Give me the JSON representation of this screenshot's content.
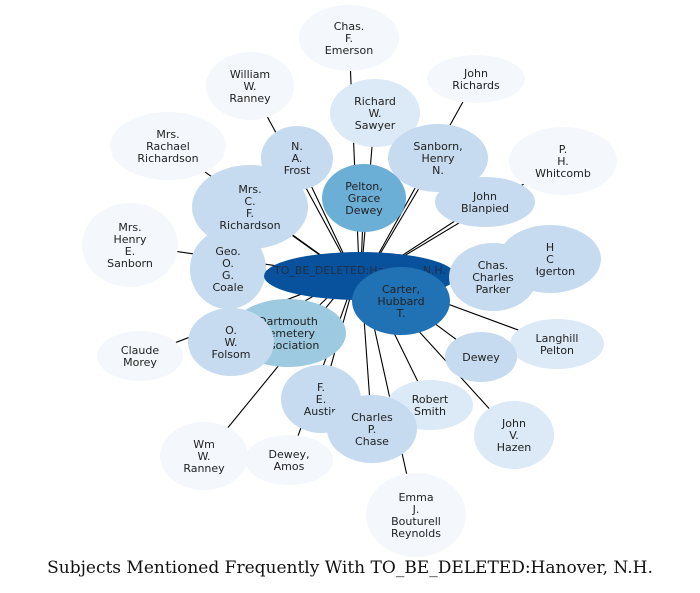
{
  "caption": "Subjects Mentioned Frequently With TO_BE_DELETED:Hanover, N.H.",
  "center": {
    "label": "TO_BE_DELETED:Hanover, N.H.",
    "color": "#08519c"
  },
  "nodes": [
    {
      "id": "chas-emerson",
      "lines": [
        "Chas.",
        "F.",
        "Emerson"
      ],
      "color": "#f4f8fd"
    },
    {
      "id": "william-ranney",
      "lines": [
        "William",
        "W.",
        "Ranney"
      ],
      "color": "#f4f8fd"
    },
    {
      "id": "john-richards",
      "lines": [
        "John",
        "Richards"
      ],
      "color": "#f4f8fd"
    },
    {
      "id": "richard-sawyer",
      "lines": [
        "Richard",
        "W.",
        "Sawyer"
      ],
      "color": "#dce9f6"
    },
    {
      "id": "mrs-rachael-richardson",
      "lines": [
        "Mrs.",
        "Rachael",
        "Richardson"
      ],
      "color": "#f4f8fd"
    },
    {
      "id": "na-frost",
      "lines": [
        "N.",
        "A.",
        "Frost"
      ],
      "color": "#c6dbef"
    },
    {
      "id": "sanborn-henry",
      "lines": [
        "Sanborn,",
        "Henry",
        "N."
      ],
      "color": "#c6dbef"
    },
    {
      "id": "ph-whitcomb",
      "lines": [
        "P.",
        "H.",
        "Whitcomb"
      ],
      "color": "#f4f8fd"
    },
    {
      "id": "pelton-grace-dewey",
      "lines": [
        "Pelton,",
        "Grace",
        "Dewey"
      ],
      "color": "#6baed6"
    },
    {
      "id": "mrs-cf-richardson",
      "lines": [
        "Mrs.",
        "C.",
        "F.",
        "Richardson"
      ],
      "color": "#c6dbef"
    },
    {
      "id": "john-blanpied",
      "lines": [
        "John",
        "Blanpied"
      ],
      "color": "#c6dbef"
    },
    {
      "id": "mrs-henry-sanborn",
      "lines": [
        "Mrs.",
        "Henry",
        "E.",
        "Sanborn"
      ],
      "color": "#f4f8fd"
    },
    {
      "id": "geo-coale",
      "lines": [
        "Geo.",
        "O.",
        "G.",
        "Coale"
      ],
      "color": "#c6dbef"
    },
    {
      "id": "hc-edgerton",
      "lines": [
        "H",
        "C",
        "Edgerton"
      ],
      "color": "#c6dbef"
    },
    {
      "id": "chas-charles-parker",
      "lines": [
        "Chas.",
        "Charles",
        "Parker"
      ],
      "color": "#c6dbef"
    },
    {
      "id": "carter-hubbard",
      "lines": [
        "Carter,",
        "Hubbard",
        "T."
      ],
      "color": "#2171b5"
    },
    {
      "id": "dartmouth-cemetery",
      "lines": [
        "Dartmouth",
        "Cemetery",
        "Association"
      ],
      "color": "#9ecae1"
    },
    {
      "id": "ow-folsom",
      "lines": [
        "O.",
        "W.",
        "Folsom"
      ],
      "color": "#c6dbef"
    },
    {
      "id": "claude-morey",
      "lines": [
        "Claude",
        "Morey"
      ],
      "color": "#f4f8fd"
    },
    {
      "id": "langhill-pelton",
      "lines": [
        "Langhill",
        "Pelton"
      ],
      "color": "#dce9f6"
    },
    {
      "id": "dewey",
      "lines": [
        "Dewey"
      ],
      "color": "#c6dbef"
    },
    {
      "id": "fe-austin",
      "lines": [
        "F.",
        "E.",
        "Austin"
      ],
      "color": "#c6dbef"
    },
    {
      "id": "robert-smith",
      "lines": [
        "Robert",
        "Smith"
      ],
      "color": "#dce9f6"
    },
    {
      "id": "charles-chase",
      "lines": [
        "Charles",
        "P.",
        "Chase"
      ],
      "color": "#c6dbef"
    },
    {
      "id": "john-hazen",
      "lines": [
        "John",
        "V.",
        "Hazen"
      ],
      "color": "#dce9f6"
    },
    {
      "id": "wm-ranney",
      "lines": [
        "Wm",
        "W.",
        "Ranney"
      ],
      "color": "#f4f8fd"
    },
    {
      "id": "dewey-amos",
      "lines": [
        "Dewey,",
        "Amos"
      ],
      "color": "#f4f8fd"
    },
    {
      "id": "emma-reynolds",
      "lines": [
        "Emma",
        "J.",
        "Bouturell",
        "Reynolds"
      ],
      "color": "#f4f8fd"
    }
  ]
}
